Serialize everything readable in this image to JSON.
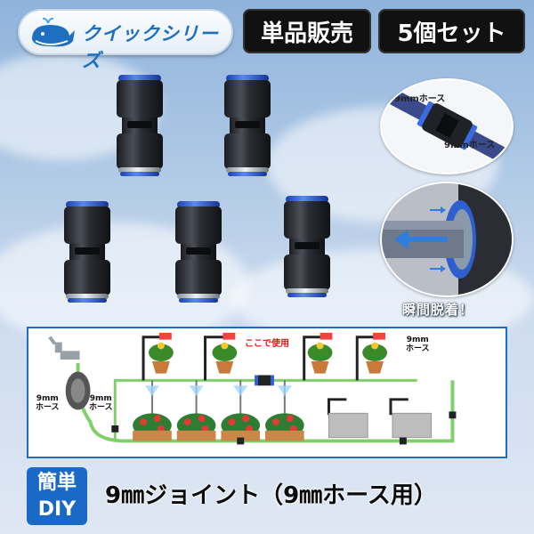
{
  "badges": {
    "series": "クイックシリーズ",
    "single": "単品販売",
    "set": "5個セット"
  },
  "zoom": {
    "hose_top": "9mmホース",
    "hose_bottom": "9mmホース",
    "release": "瞬間脱着！"
  },
  "diagram": {
    "use_here": "ここで使用",
    "hose_left": "9mm\nホース",
    "hose_mid": "9mm\nホース",
    "hose_right": "9mm\nホース"
  },
  "bottom": {
    "diy_line1": "簡単",
    "diy_line2": "DIY",
    "title": "9㎜ジョイント（9㎜ホース用）"
  },
  "colors": {
    "accent_blue": "#1b69c7",
    "badge_black": "#111111",
    "hose_green": "#7fcf6a",
    "pipe_blue": "#2f7de0"
  }
}
